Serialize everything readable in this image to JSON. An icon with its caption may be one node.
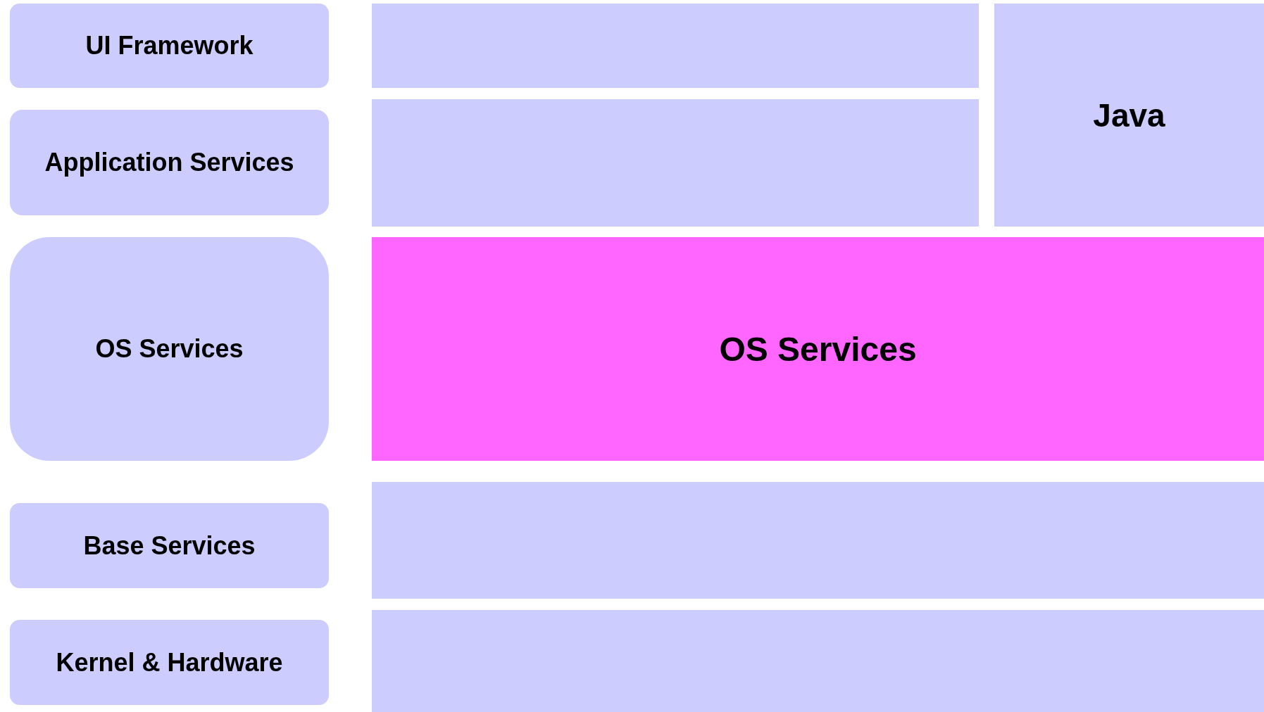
{
  "diagram": {
    "nodes": [
      {
        "text": [
          "UI Framework"
        ]
      },
      {
        "text": [],
        "shape": "box"
      },
      {
        "text": [
          "Java"
        ]
      },
      {
        "text": [
          "Application Services"
        ]
      },
      {
        "text": [],
        "shape": "box"
      },
      {
        "text": [
          "OS Services"
        ]
      },
      {
        "text": [
          "OS Services"
        ]
      },
      {
        "text": [
          "Base Services"
        ]
      },
      {
        "text": [],
        "shape": "box"
      },
      {
        "text": [
          "Kernel & Hardware"
        ]
      },
      {
        "text": [],
        "shape": "box"
      }
    ]
  }
}
